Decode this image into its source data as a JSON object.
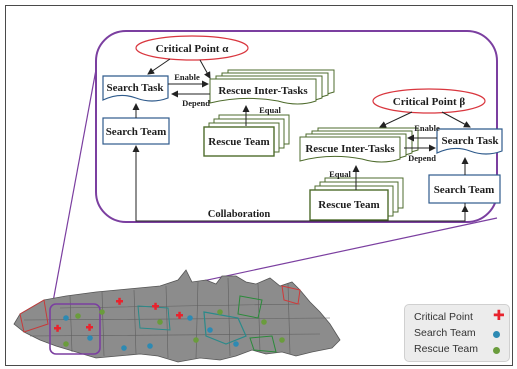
{
  "diagram": {
    "critical_point_alpha": "Critical Point α",
    "critical_point_beta": "Critical Point β",
    "search_task": "Search Task",
    "search_team": "Search Team",
    "rescue_inter_tasks": "Rescue Inter-Tasks",
    "rescue_team": "Rescue Team",
    "enable": "Enable",
    "depend": "Depend",
    "equal": "Equal",
    "collaboration": "Collaboration"
  },
  "legend": {
    "critical_point": "Critical Point",
    "search_team": "Search Team",
    "rescue_team": "Rescue Team"
  },
  "colors": {
    "critical_point": "#e8232d",
    "search_team": "#2d8ab3",
    "rescue_team": "#6a9c3c",
    "ellipse_border": "#d9363e",
    "callout_border": "#7b3fa0",
    "search_box_border": "#2f5b8c",
    "rescue_box_border": "#4e6b2c"
  }
}
